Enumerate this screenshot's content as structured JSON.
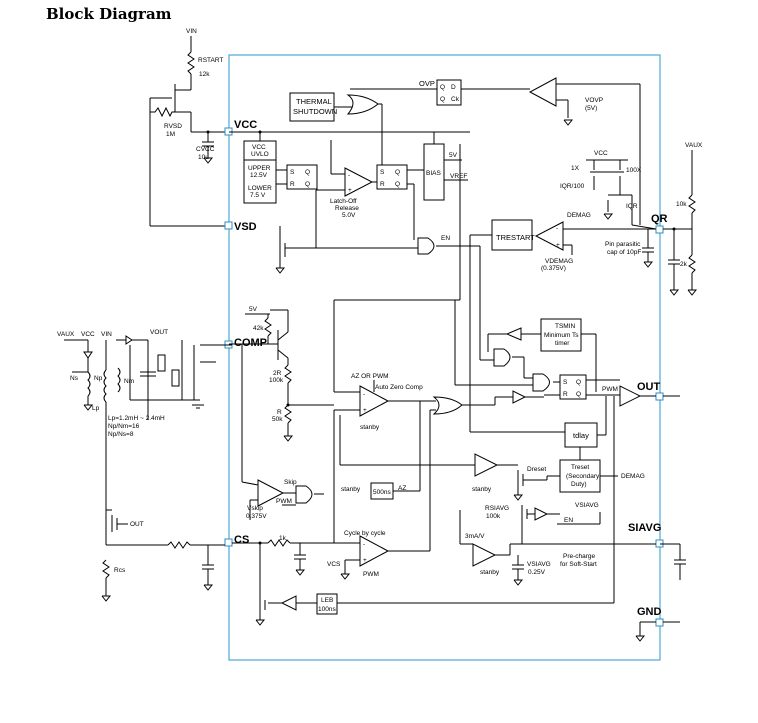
{
  "header": {
    "title": "Block Diagram"
  },
  "pins": {
    "vcc": "VCC",
    "vsd": "VSD",
    "comp": "COMP",
    "cs": "CS",
    "qr": "QR",
    "out": "OUT",
    "siavg": "SIAVG",
    "gnd": "GND"
  },
  "blocks": {
    "thermal_1": "THERMAL",
    "thermal_2": "SHUTDOWN",
    "uvlo_1": "VCC",
    "uvlo_2": "UVLO",
    "uvlo_upper_1": "UPPER",
    "uvlo_upper_2": "12.5V",
    "uvlo_lower_1": "LOWER",
    "uvlo_lower_2": "7.5 V",
    "bias": "BIAS",
    "trestart": "TRESTART",
    "tsmin_1": "TSMIN",
    "tsmin_2": "Minimum Ts",
    "tsmin_3": "timer",
    "tdlay": "tdlay",
    "treset_1": "Treset",
    "treset_2": "(Secondary",
    "treset_3": "Duty)",
    "az_delay": "500ns",
    "leb_1": "LEB",
    "leb_2": "100ns"
  },
  "labels": {
    "vin_top": "VIN",
    "rstart": "RSTART",
    "rstart_val": "12k",
    "rvsd": "RVSD",
    "rvsd_val": "1M",
    "cvcc": "CVCC",
    "cvcc_val": "10u",
    "ovp": "OVP",
    "vovp": "VOVP",
    "vovp_val": "(5V)",
    "latch_1": "Latch-Off",
    "latch_2": "Release",
    "latch_3": "5.0V",
    "v5": "5V",
    "vref": "VREF",
    "en_gate": "EN",
    "vcc_mirror": "VCC",
    "x1": "1X",
    "x100": "100X",
    "iqr": "IQR/100",
    "iqr2": "IQR",
    "demag": "DEMAG",
    "vdemag": "VDEMAG",
    "vdemag_val": "(0.375V)",
    "pin_cap_1": "Pin parasitic",
    "pin_cap_2": "cap of 10pF",
    "vaux_r": "VAUX",
    "r10k": "10k",
    "r2k": "2k",
    "comp_5v": "5V",
    "r42k": "42k",
    "r2r": "2R",
    "r2r_val": "100k",
    "rr": "R",
    "rr_val": "50k",
    "az_pwm": "AZ OR PWM",
    "az_comp": "Auto Zero Comp",
    "stanby1": "stanby",
    "pwm_out": "PWM",
    "skip": "Skip",
    "pwm2": "PWM",
    "vskip": "Vskip",
    "vskip_val": "0.375V",
    "stanby2": "stanby",
    "az": "AZ",
    "cbc": "Cycle by cycle",
    "vcs": "VCS",
    "pwm3": "PWM",
    "r1k": "1k",
    "dreset": "Dreset",
    "stanby3": "stanby",
    "demag2": "DEMAG",
    "rsiavg": "RSIAVG",
    "rsiavg_val": "100k",
    "vsiavg": "VSIAVG",
    "en2": "EN",
    "ma": "3mA/V",
    "vsiavg2": "VSIAVG",
    "vsiavg2_val": "0.25V",
    "stanby4": "stanby",
    "precharge_1": "Pre-charge",
    "precharge_2": "for Soft-Start",
    "ext_vaux": "VAUX",
    "ext_vcc": "VCC",
    "ext_vin": "VIN",
    "ext_vout": "VOUT",
    "ns": "Ns",
    "np": "Np",
    "nm": "Nm",
    "lp": "Lp",
    "lp_val": "Lp=1.2mH ~ 2.4mH",
    "np_nm": "Np/Nm=16",
    "np_ns": "Np/Ns=8",
    "out_sw": "OUT",
    "rcs": "Rcs"
  }
}
